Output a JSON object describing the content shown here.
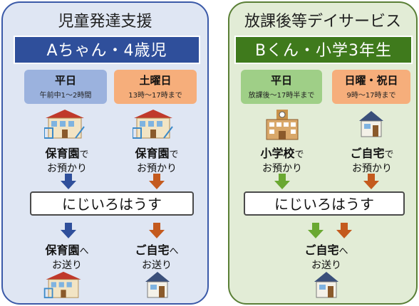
{
  "left": {
    "title": "児童発達支援",
    "subtitle": "Aちゃん・4歳児",
    "tag_weekday": {
      "label": "平日",
      "time": "午前中1～2時間"
    },
    "tag_saturday": {
      "label": "土曜日",
      "time": "13時～17時まで"
    },
    "pickup_weekday": {
      "place": "保育園",
      "suffix": "で",
      "action": "お預かり"
    },
    "pickup_saturday": {
      "place": "保育園",
      "suffix": "で",
      "action": "お預かり"
    },
    "center": "にじいろはうす",
    "drop_weekday": {
      "place": "保育園",
      "suffix": "へ",
      "action": "お送り"
    },
    "drop_saturday": {
      "place": "ご自宅",
      "suffix": "へ",
      "action": "お送り"
    }
  },
  "right": {
    "title": "放課後等デイサービス",
    "subtitle": "Bくん・小学3年生",
    "tag_weekday": {
      "label": "平日",
      "time": "放課後～17時半まで"
    },
    "tag_holiday": {
      "label": "日曜・祝日",
      "time": "9時～17時まで"
    },
    "pickup_weekday": {
      "place": "小学校",
      "suffix": "で",
      "action": "お預かり"
    },
    "pickup_holiday": {
      "place": "ご自宅",
      "suffix": "で",
      "action": "お預かり"
    },
    "center": "にじいろはうす",
    "drop": {
      "place": "ご自宅",
      "suffix": "へ",
      "action": "お送り"
    }
  },
  "colors": {
    "blue": "#2f4f9b",
    "green": "#3f7a1c",
    "orange": "#c45a1e",
    "lime": "#6aa832"
  },
  "icons": [
    "nursery-school-icon",
    "elementary-school-icon",
    "house-icon",
    "down-arrow-icon"
  ]
}
